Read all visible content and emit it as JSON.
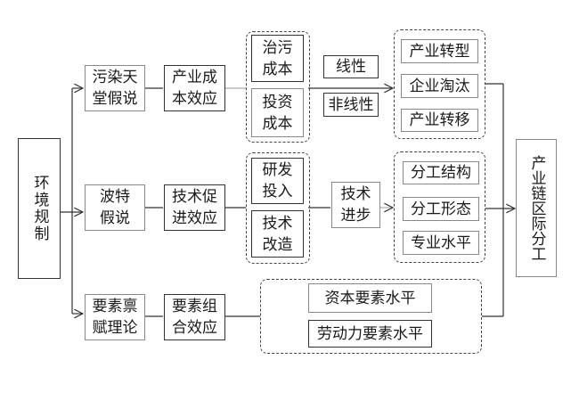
{
  "root": {
    "label": "环境规制"
  },
  "target": {
    "label": "产业链区际分工"
  },
  "branches": [
    {
      "hypothesis": "污染天堂假说",
      "effect": "产业成本效应",
      "factors": [
        "治污成本",
        "投资成本"
      ],
      "mechanisms": [
        "线性",
        "非线性"
      ],
      "outcomes": [
        "产业转型",
        "企业淘汰",
        "产业转移"
      ]
    },
    {
      "hypothesis": "波特假说",
      "effect": "技术促进效应",
      "factors": [
        "研发投入",
        "技术改造"
      ],
      "mechanism": "技术进步",
      "outcomes": [
        "分工结构",
        "分工形态",
        "专业水平"
      ]
    },
    {
      "hypothesis": "要素禀赋理论",
      "effect": "要素组合效应",
      "outcomes": [
        "资本要素水平",
        "劳动力要素水平"
      ]
    }
  ]
}
